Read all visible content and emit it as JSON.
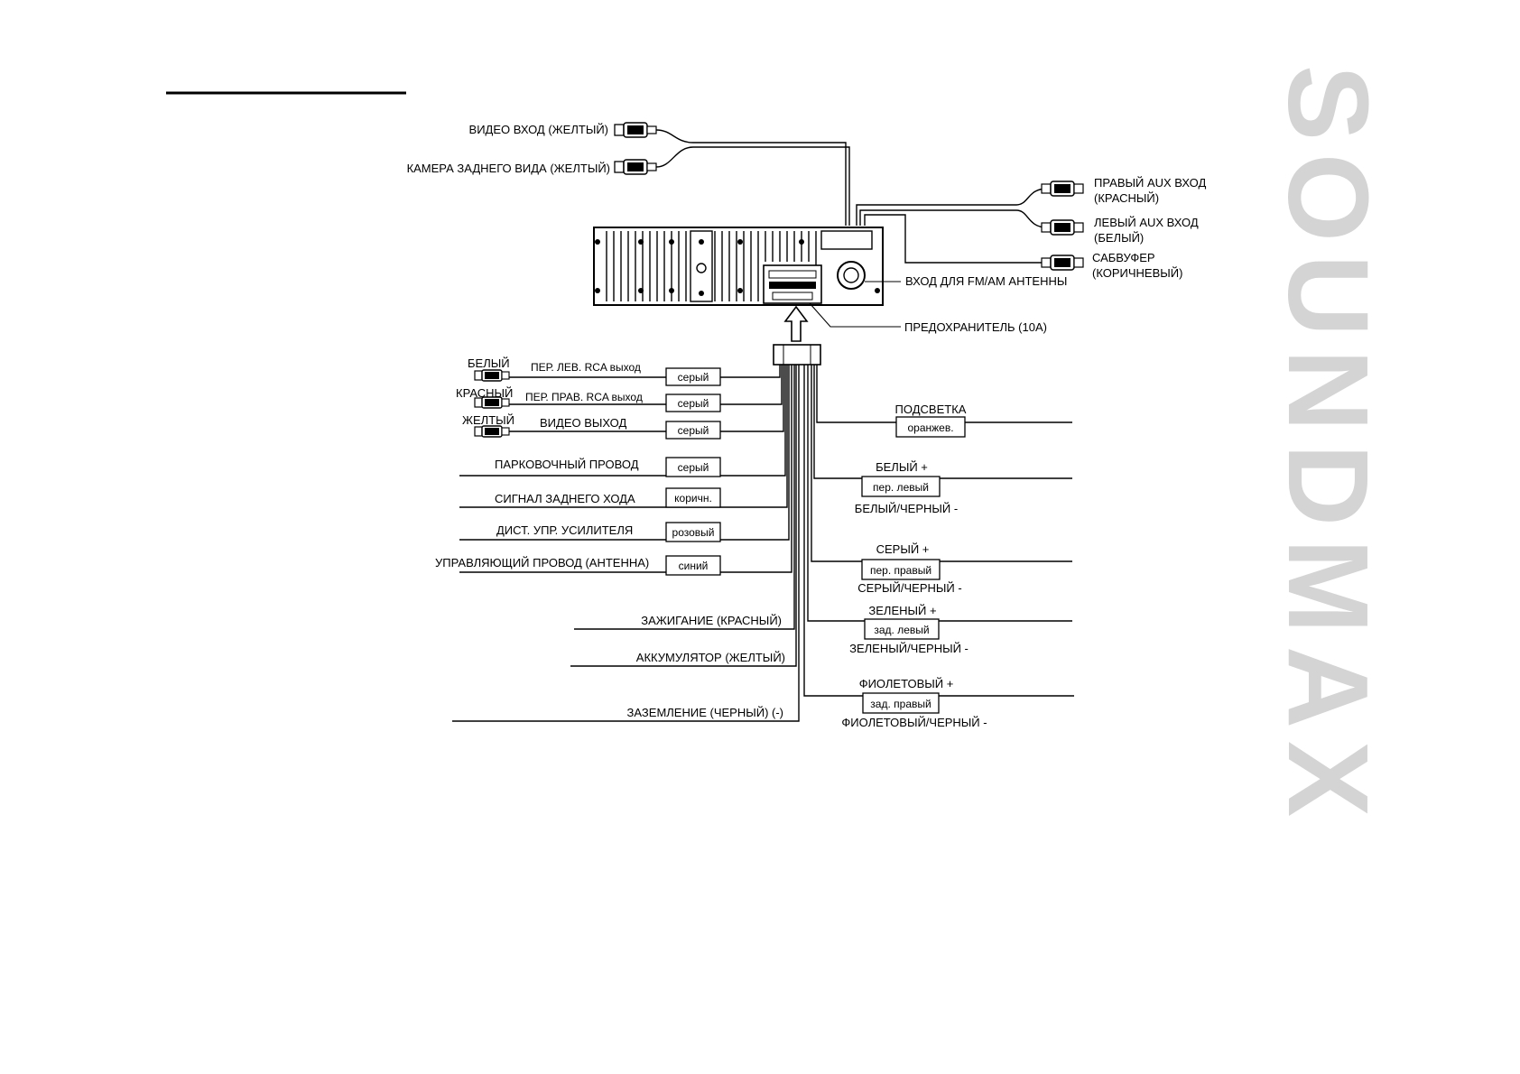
{
  "brand": "SOUNDMAX",
  "top_left": {
    "video_in": "ВИДЕО ВХОД (ЖЕЛТЫЙ)",
    "rear_camera": "КАМЕРА ЗАДНЕГО ВИДА (ЖЕЛТЫЙ)"
  },
  "top_right": {
    "aux_right": [
      "ПРАВЫЙ AUX ВХОД",
      "(КРАСНЫЙ)"
    ],
    "aux_left": [
      "ЛЕВЫЙ AUX ВХОД",
      "(БЕЛЫЙ)"
    ],
    "subwoofer": [
      "САБВУФЕР",
      "(КОРИЧНЕВЫЙ)"
    ],
    "antenna_input": "ВХОД ДЛЯ FM/AM АНТЕННЫ",
    "fuse": "ПРЕДОХРАНИТЕЛЬ (10А)"
  },
  "left_rca": [
    {
      "color_label": "БЕЛЫЙ",
      "func": "ПЕР. ЛЕВ. RCA выход",
      "wire": "серый"
    },
    {
      "color_label": "КРАСНЫЙ",
      "func": "ПЕР. ПРАВ. RCA выход",
      "wire": "серый"
    },
    {
      "color_label": "ЖЕЛТЫЙ",
      "func": "ВИДЕО ВЫХОД",
      "wire": "серый"
    }
  ],
  "left_wires": [
    {
      "func": "ПАРКОВОЧНЫЙ ПРОВОД",
      "wire": "серый"
    },
    {
      "func": "СИГНАЛ ЗАДНЕГО ХОДА",
      "wire": "коричн."
    },
    {
      "func": "ДИСТ. УПР. УСИЛИТЕЛЯ",
      "wire": "розовый"
    },
    {
      "func": "УПРАВЛЯЮЩИЙ ПРОВОД (АНТЕННА)",
      "wire": "синий"
    }
  ],
  "power": {
    "ignition": "ЗАЖИГАНИЕ (КРАСНЫЙ)",
    "battery": "АККУМУЛЯТОР (ЖЕЛТЫЙ)",
    "ground": "ЗАЗЕМЛЕНИЕ (ЧЕРНЫЙ) (-)"
  },
  "illumination": {
    "title": "ПОДСВЕТКА",
    "box": "оранжев."
  },
  "speakers": [
    {
      "plus": "БЕЛЫЙ +",
      "box": "пер. левый",
      "minus": "БЕЛЫЙ/ЧЕРНЫЙ -"
    },
    {
      "plus": "СЕРЫЙ +",
      "box": "пер. правый",
      "minus": "СЕРЫЙ/ЧЕРНЫЙ -"
    },
    {
      "plus": "ЗЕЛЕНЫЙ +",
      "box": "зад. левый",
      "minus": "ЗЕЛЕНЫЙ/ЧЕРНЫЙ -"
    },
    {
      "plus": "ФИОЛЕТОВЫЙ +",
      "box": "зад. правый",
      "minus": "ФИОЛЕТОВЫЙ/ЧЕРНЫЙ -"
    }
  ]
}
